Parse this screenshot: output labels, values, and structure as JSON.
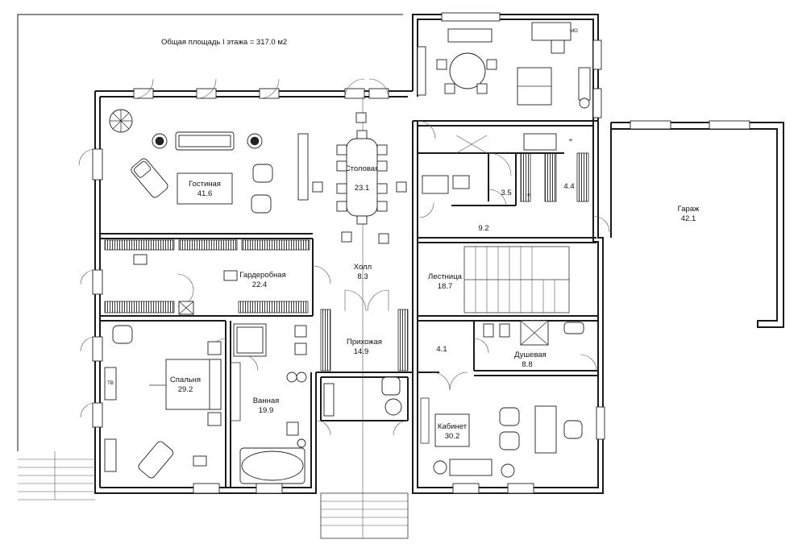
{
  "caption": {
    "total_area": "Общая площадь  I этажа  = 317.0  м2"
  },
  "rooms": {
    "living": {
      "name": "Гостиная",
      "area": "41.6"
    },
    "dining": {
      "name": "Столовая",
      "area": "23.1"
    },
    "wardrobe": {
      "name": "Гардеробная",
      "area": "22.4"
    },
    "hall": {
      "name": "Холл",
      "area": "8.3"
    },
    "stairs": {
      "name": "Лестница",
      "area": "18.7"
    },
    "entrance": {
      "name": "Прихожая",
      "area": "14.9"
    },
    "bedroom": {
      "name": "Спальня",
      "area": "29.2"
    },
    "bathroom": {
      "name": "Ванная",
      "area": "19.9"
    },
    "shower": {
      "name": "Душевая",
      "area": "8.8"
    },
    "study": {
      "name": "Кабинет",
      "area": "30.2"
    },
    "garage": {
      "name": "Гараж",
      "area": "42.1"
    },
    "corridor": {
      "area": "9.2"
    },
    "pantry": {
      "area": "3.5"
    },
    "utility": {
      "area": "4.4"
    },
    "lobby": {
      "area": "4.1"
    }
  },
  "equipment": {
    "tv_label": "ТВ"
  }
}
